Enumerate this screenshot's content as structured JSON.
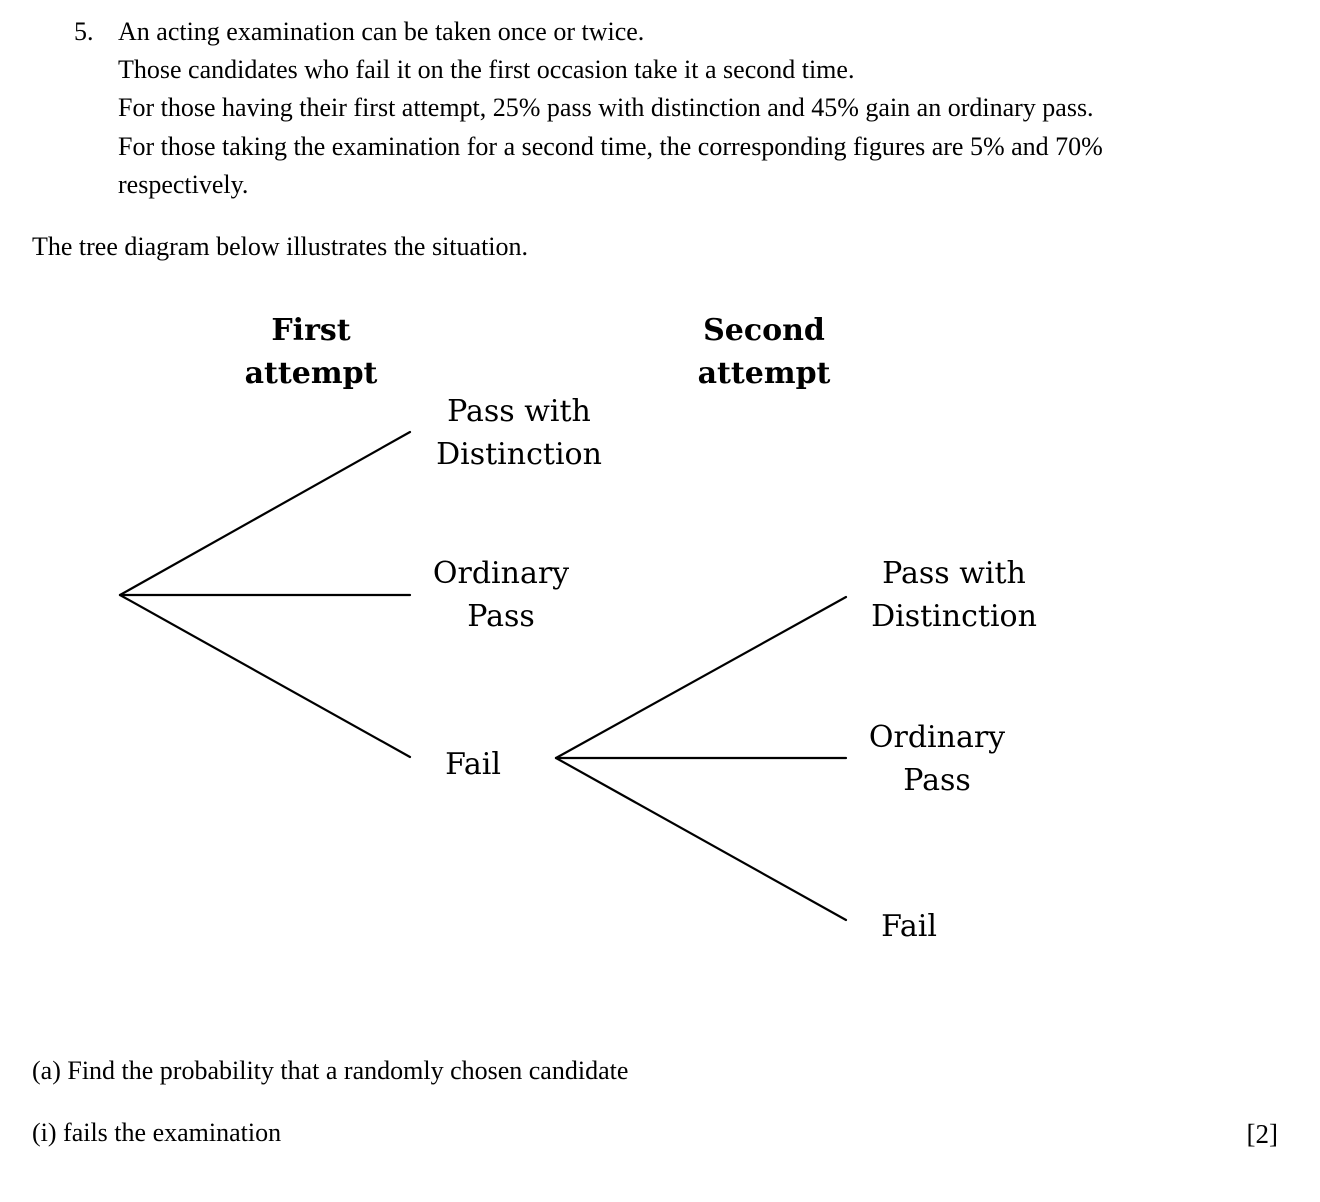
{
  "question": {
    "number": "5.",
    "lines": [
      "An acting examination can be taken once or twice.",
      "Those candidates who fail it on the first occasion take it a second time.",
      "For those having their first attempt, 25% pass with distinction and 45% gain an ordinary pass.",
      "For those taking the examination for a second time, the corresponding figures are 5% and 70%",
      "respectively."
    ],
    "intro": "The tree diagram below illustrates the situation."
  },
  "diagram": {
    "first_heading": [
      "First",
      "attempt"
    ],
    "second_heading": [
      "Second",
      "attempt"
    ],
    "first_outcomes": {
      "distinction": [
        "Pass with",
        "Distinction"
      ],
      "ordinary": [
        "Ordinary",
        "Pass"
      ],
      "fail": "Fail"
    },
    "second_outcomes": {
      "distinction": [
        "Pass with",
        "Distinction"
      ],
      "ordinary": [
        "Ordinary",
        "Pass"
      ],
      "fail": "Fail"
    }
  },
  "parts": {
    "a": "(a) Find the probability that a randomly chosen candidate",
    "a_i": "(i) fails the examination",
    "a_i_marks": "[2]"
  }
}
